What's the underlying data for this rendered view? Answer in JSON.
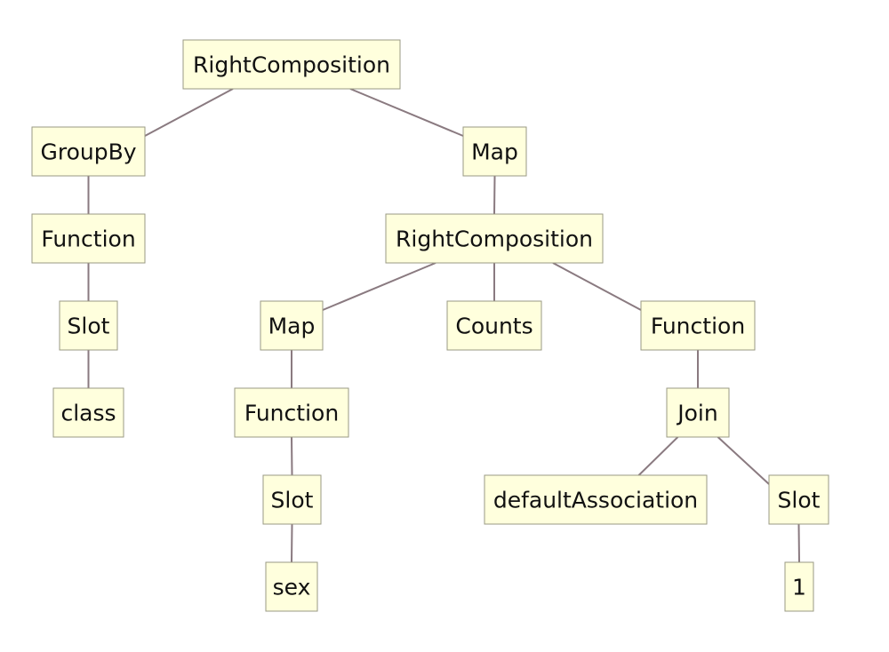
{
  "tree": {
    "nodes": [
      {
        "id": "n0",
        "label": "RightComposition"
      },
      {
        "id": "n1",
        "label": "GroupBy"
      },
      {
        "id": "n2",
        "label": "Function"
      },
      {
        "id": "n3",
        "label": "Slot"
      },
      {
        "id": "n4",
        "label": "class"
      },
      {
        "id": "n5",
        "label": "Map"
      },
      {
        "id": "n6",
        "label": "RightComposition"
      },
      {
        "id": "n7",
        "label": "Map"
      },
      {
        "id": "n8",
        "label": "Function"
      },
      {
        "id": "n9",
        "label": "Slot"
      },
      {
        "id": "n10",
        "label": "sex"
      },
      {
        "id": "n11",
        "label": "Counts"
      },
      {
        "id": "n12",
        "label": "Function"
      },
      {
        "id": "n13",
        "label": "Join"
      },
      {
        "id": "n14",
        "label": "defaultAssociation"
      },
      {
        "id": "n15",
        "label": "Slot"
      },
      {
        "id": "n16",
        "label": "1"
      }
    ],
    "edges": [
      [
        "n0",
        "n1"
      ],
      [
        "n0",
        "n5"
      ],
      [
        "n1",
        "n2"
      ],
      [
        "n2",
        "n3"
      ],
      [
        "n3",
        "n4"
      ],
      [
        "n5",
        "n6"
      ],
      [
        "n6",
        "n7"
      ],
      [
        "n6",
        "n11"
      ],
      [
        "n6",
        "n12"
      ],
      [
        "n7",
        "n8"
      ],
      [
        "n8",
        "n9"
      ],
      [
        "n9",
        "n10"
      ],
      [
        "n12",
        "n13"
      ],
      [
        "n13",
        "n14"
      ],
      [
        "n13",
        "n15"
      ],
      [
        "n15",
        "n16"
      ]
    ]
  }
}
